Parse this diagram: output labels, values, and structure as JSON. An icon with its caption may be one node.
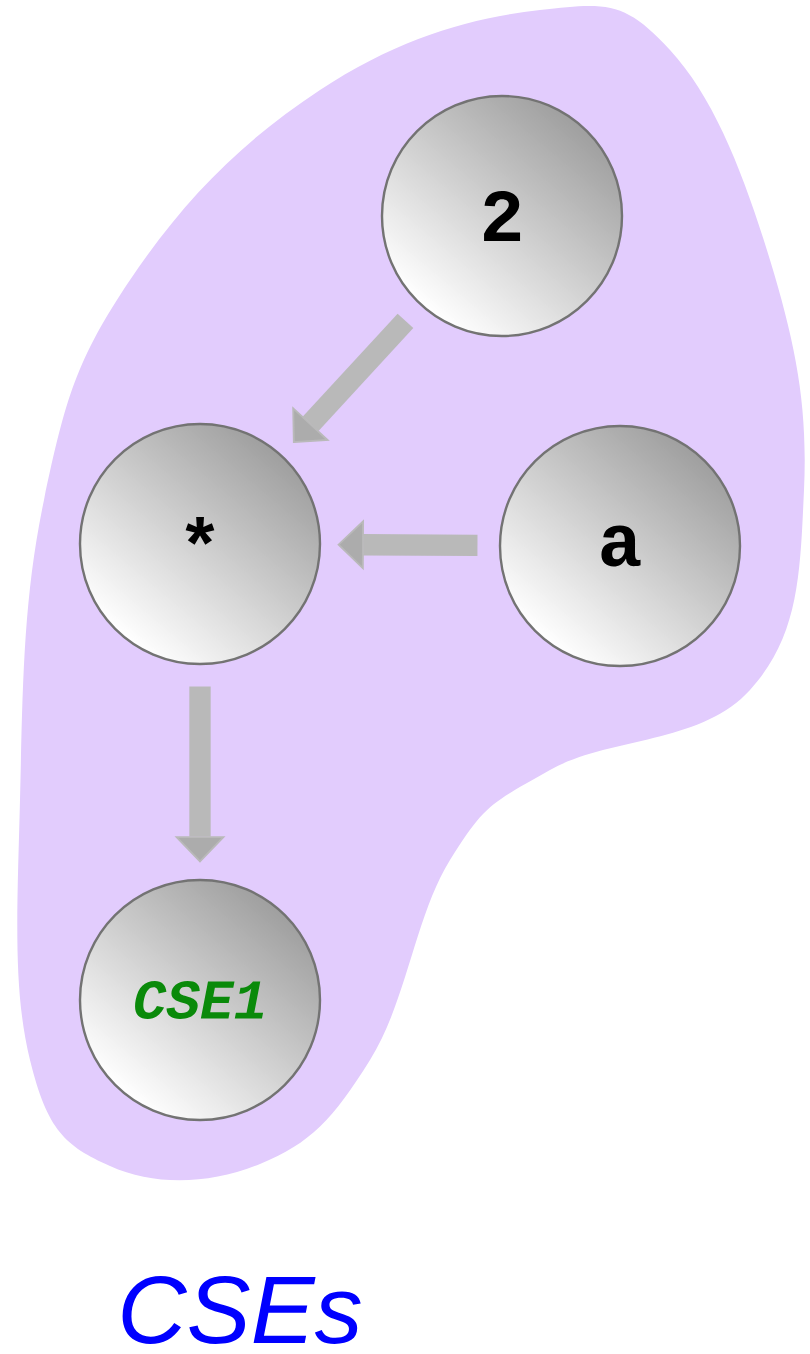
{
  "diagram": {
    "nodes": [
      {
        "text": [
          "CSEs"
        ]
      },
      {
        "text": [
          "2"
        ],
        "in": 0
      },
      {
        "text": [
          "*"
        ],
        "in": 0
      },
      {
        "text": [
          "a"
        ],
        "in": 0
      },
      {
        "text": [
          "CSE1"
        ],
        "in": 0
      }
    ],
    "edges": [
      {
        "from": 1,
        "to": 2,
        "arrow": "to"
      },
      {
        "from": 3,
        "to": 2,
        "arrow": "to"
      },
      {
        "from": 2,
        "to": 4,
        "arrow": "to"
      }
    ]
  }
}
